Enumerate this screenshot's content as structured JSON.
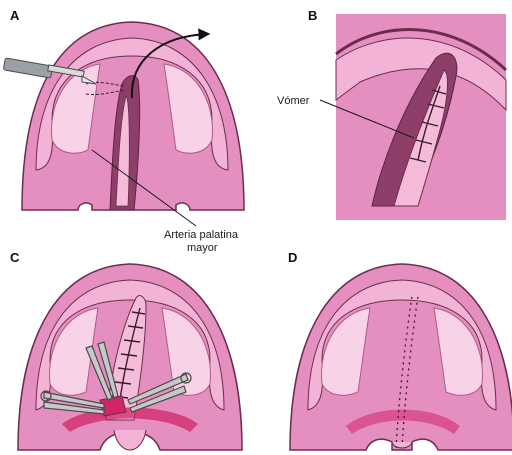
{
  "panels": [
    {
      "letter": "A"
    },
    {
      "letter": "B"
    },
    {
      "letter": "C"
    },
    {
      "letter": "D"
    }
  ],
  "labels": {
    "vomer": "Vómer",
    "artery_line1": "Arteria palatina",
    "artery_line2": "mayor"
  },
  "colors": {
    "palate_outer": "#e58fc0",
    "palate_mid": "#f2b3d6",
    "palate_light": "#f8d2e6",
    "cleft_dark": "#8e3f69",
    "outline": "#6b2d4e",
    "vomer_fill": "#f5bcd9",
    "vomer_dark": "#a04a78",
    "clamp": "#c8c8c8",
    "suture": "#3a1a2c",
    "red_tissue": "#d1256a",
    "arrow": "#111111"
  },
  "icons": [
    "scalpel-icon",
    "curved-arrow-icon",
    "forceps-icon",
    "suture-line-icon"
  ]
}
